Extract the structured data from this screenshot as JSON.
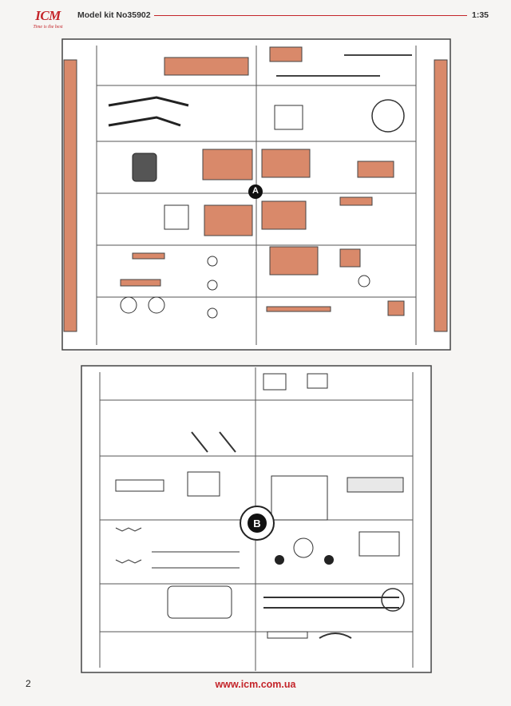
{
  "header": {
    "brand": "ICM",
    "brand_tagline": "Time is the best",
    "title": "Model kit No35902",
    "scale": "1:35"
  },
  "sprues": [
    {
      "label": "A",
      "color": "#d9896a"
    },
    {
      "label": "B",
      "color": "#ffffff"
    }
  ],
  "footer": {
    "page_number": "2",
    "website": "www.icm.com.ua"
  }
}
